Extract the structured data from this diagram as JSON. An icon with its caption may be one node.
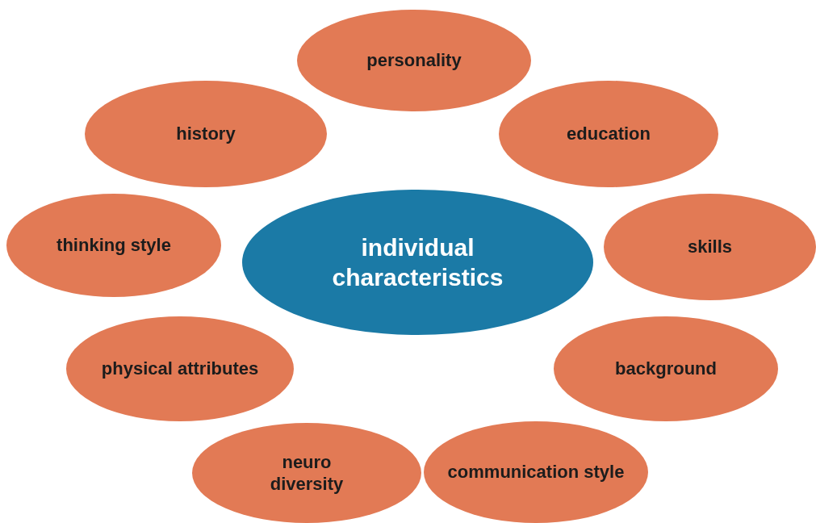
{
  "diagram": {
    "nodes": [
      {
        "text": [
          "personality"
        ]
      },
      {
        "text": [
          "history"
        ]
      },
      {
        "text": [
          "education"
        ]
      },
      {
        "text": [
          "thinking style"
        ]
      },
      {
        "text": [
          "individual characteristics"
        ]
      },
      {
        "text": [
          "skills"
        ]
      },
      {
        "text": [
          "physical attributes"
        ]
      },
      {
        "text": [
          "background"
        ]
      },
      {
        "text": [
          "neuro diversity"
        ]
      },
      {
        "text": [
          "communication style"
        ]
      }
    ]
  }
}
